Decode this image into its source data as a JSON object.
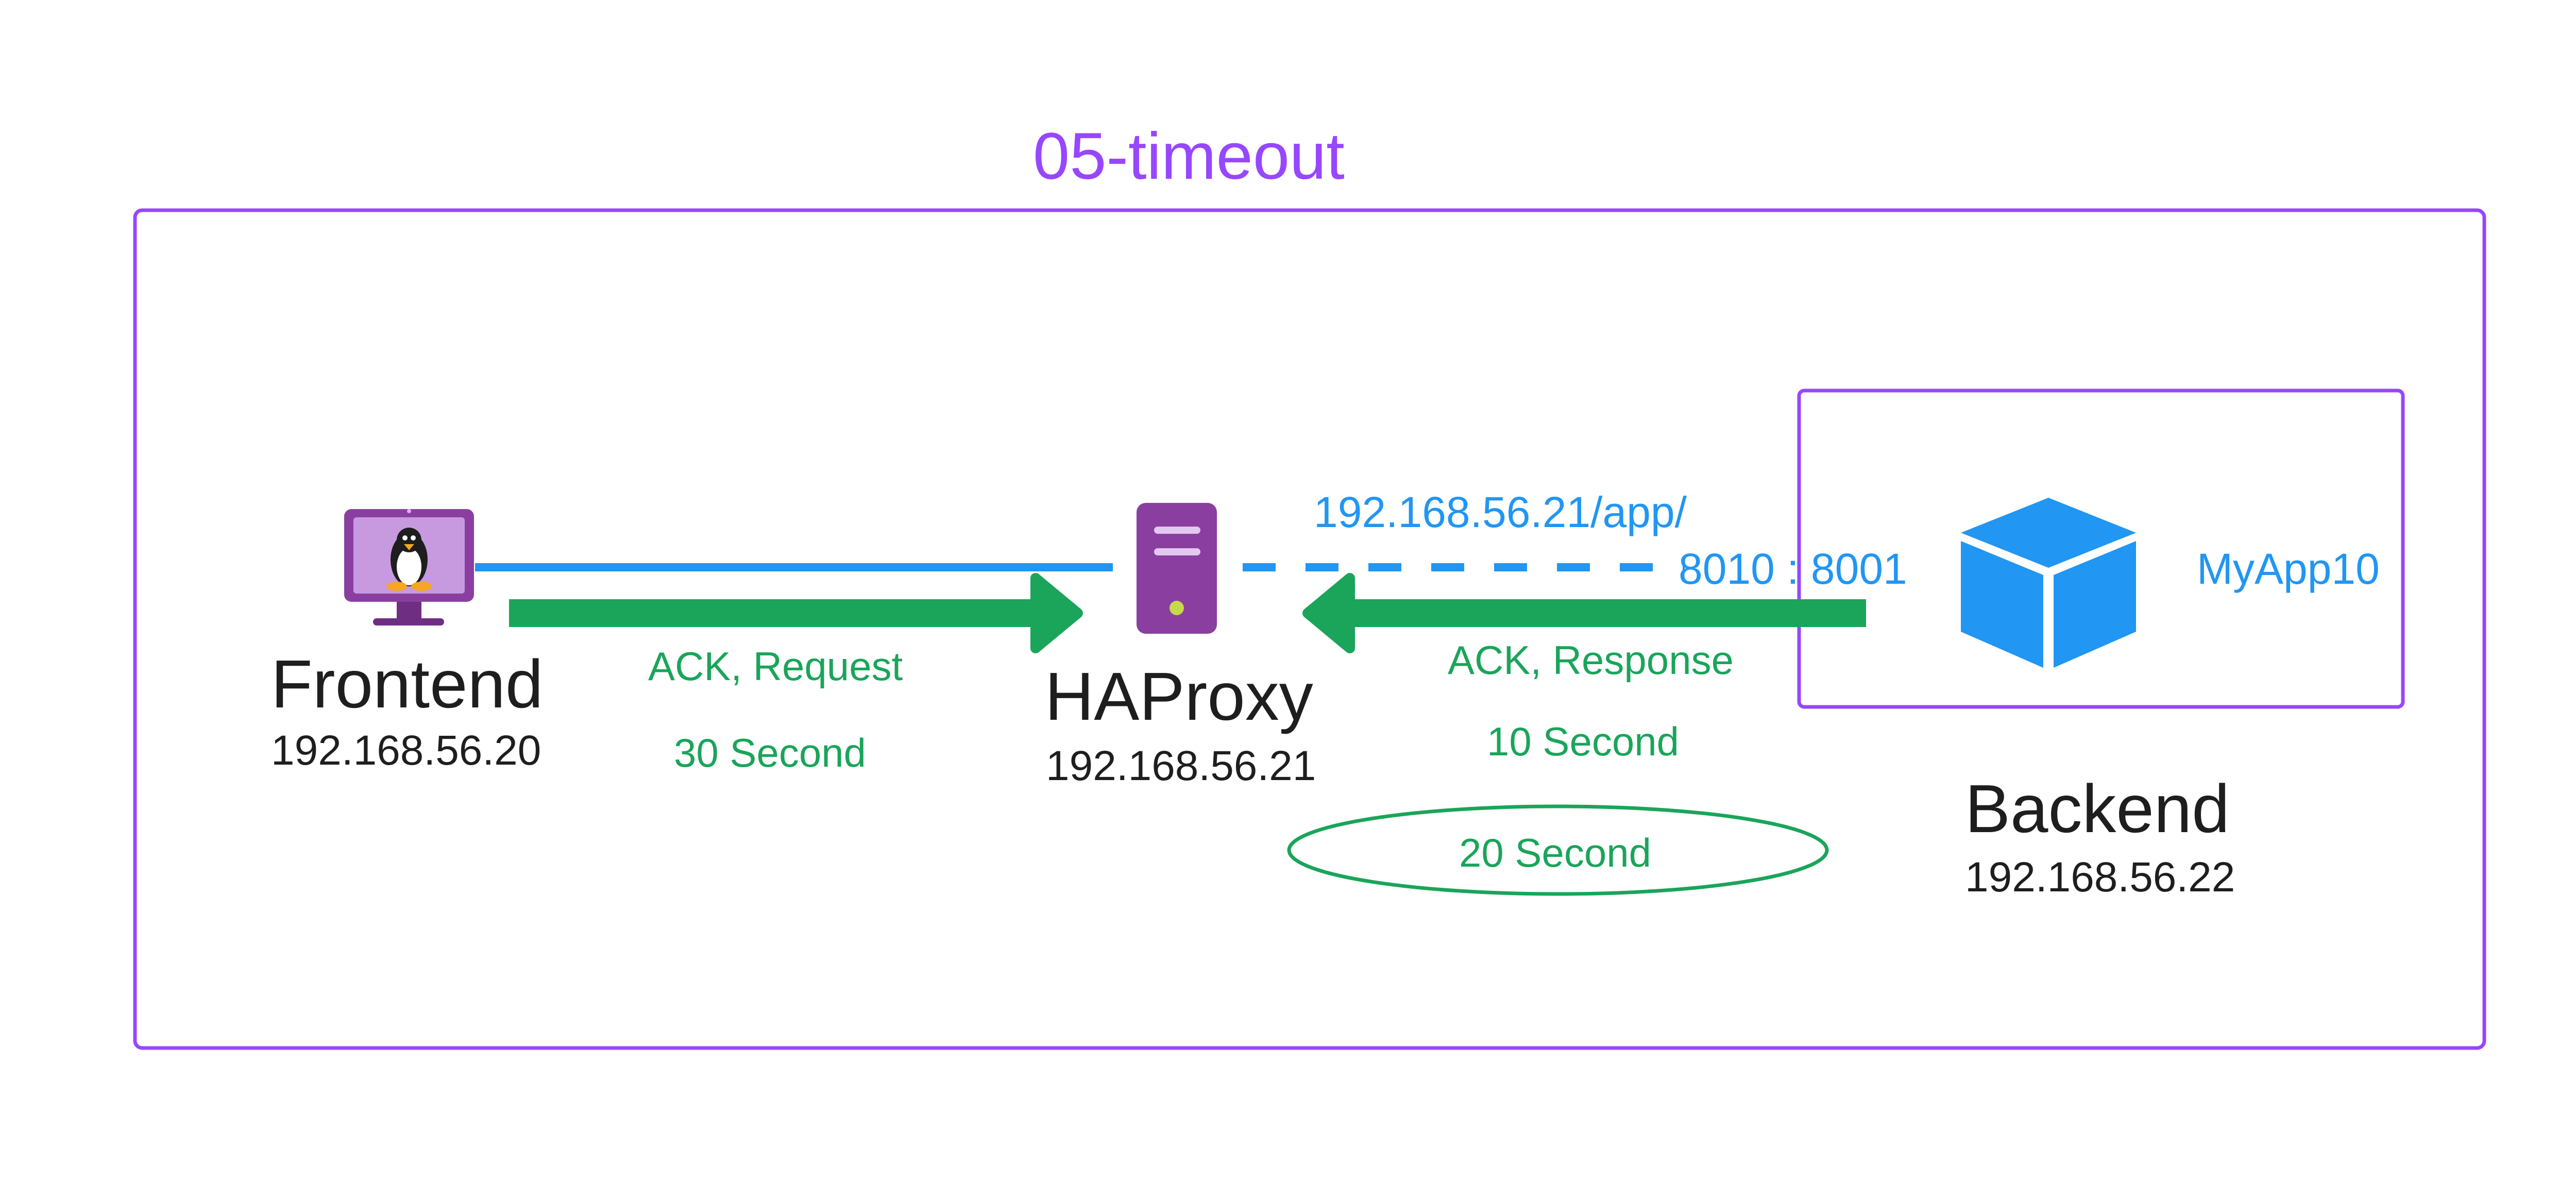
{
  "title": "05-timeout",
  "colors": {
    "title": "#9747ff",
    "frame": "#9747ff",
    "connection_line": "#2196f3",
    "arrow": "#1aa55a",
    "server_icon": "#8a3fa0",
    "backend_cube": "#2196f3",
    "node_text": "#1e1e1e"
  },
  "frontend": {
    "name": "Frontend",
    "ip": "192.168.56.20",
    "icon": "linux-monitor-icon"
  },
  "haproxy": {
    "name": "HAProxy",
    "ip": "192.168.56.21",
    "icon": "server-icon"
  },
  "backend": {
    "name": "Backend",
    "ip": "192.168.56.22",
    "icon": "cube-icon",
    "app_name": "MyApp10"
  },
  "route": {
    "url": "192.168.56.21/app/",
    "ports": "8010 : 8001"
  },
  "request": {
    "label": "ACK, Request",
    "timeout": "30 Second"
  },
  "response": {
    "label": "ACK, Response",
    "timeout": "10 Second",
    "highlighted_timeout": "20 Second"
  }
}
